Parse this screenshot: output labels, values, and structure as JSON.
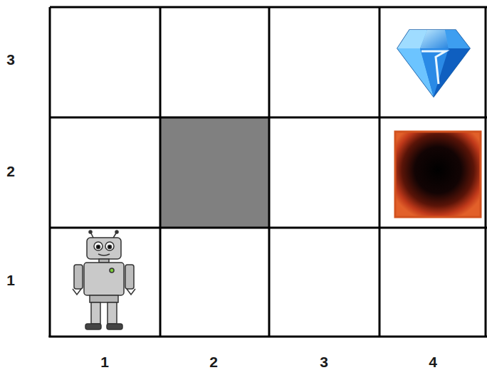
{
  "diagram": {
    "labels": [
      "3",
      "2",
      "1",
      "1",
      "2",
      "3",
      "4"
    ]
  }
}
